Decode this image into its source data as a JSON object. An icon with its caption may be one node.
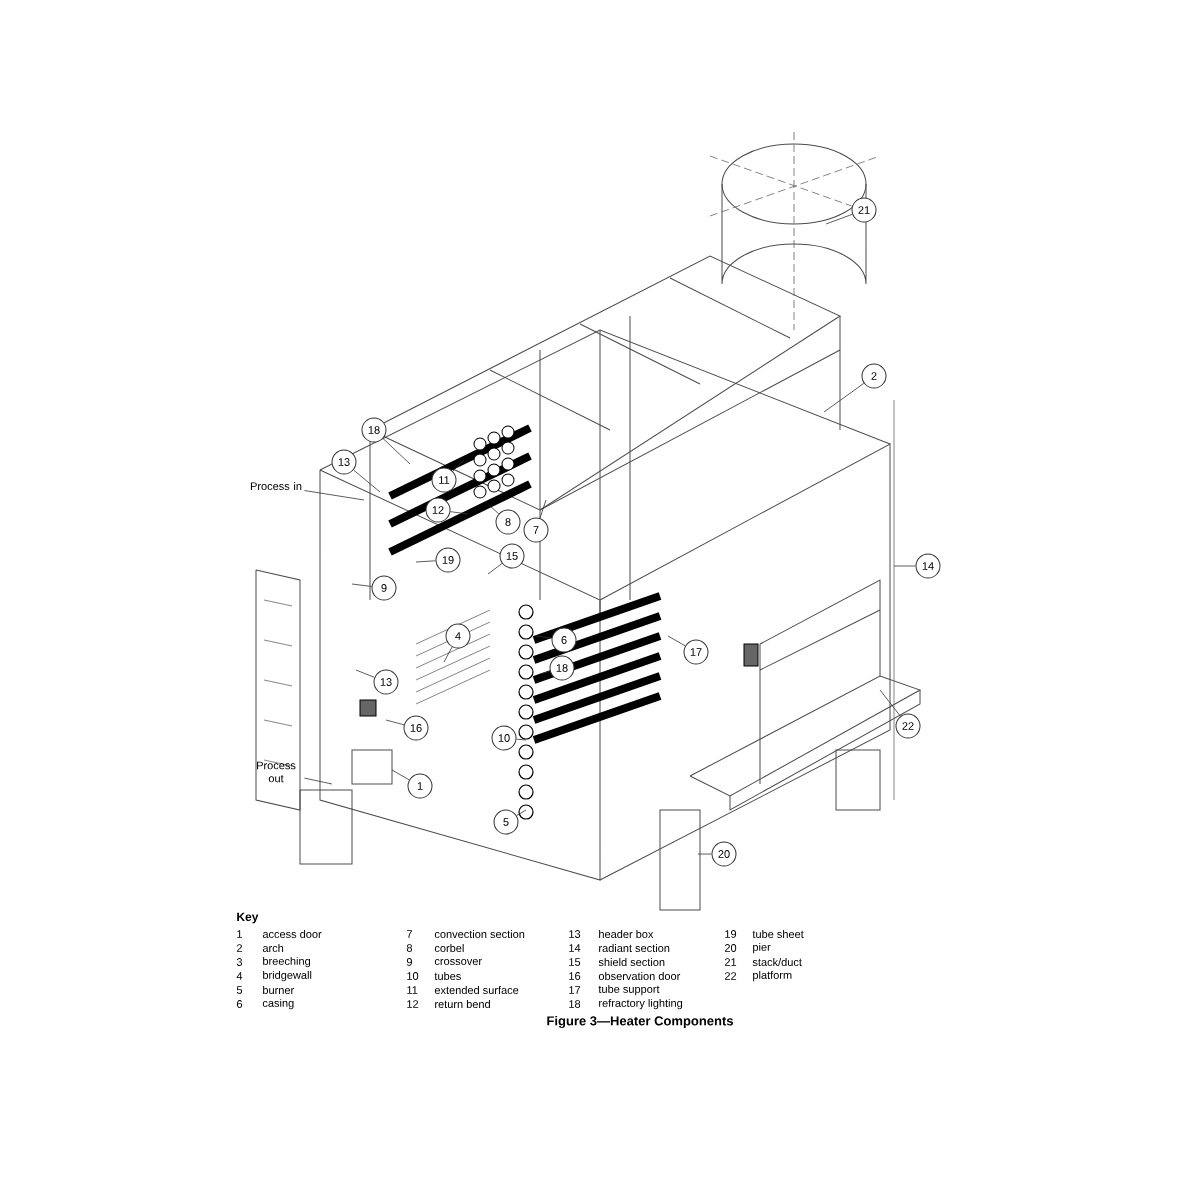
{
  "diagram": {
    "caption": "Figure 3—Heater Components",
    "nodes": [
      {
        "text": [
          "21"
        ]
      },
      {
        "text": [
          "2"
        ]
      },
      {
        "text": [
          "18"
        ]
      },
      {
        "text": [
          "13"
        ]
      },
      {
        "text": [
          "Process in"
        ]
      },
      {
        "text": [
          "11"
        ]
      },
      {
        "text": [
          "12"
        ]
      },
      {
        "text": [
          "8"
        ]
      },
      {
        "text": [
          "7"
        ]
      },
      {
        "text": [
          "19"
        ]
      },
      {
        "text": [
          "15"
        ]
      },
      {
        "text": [
          "14"
        ]
      },
      {
        "text": [
          "9"
        ]
      },
      {
        "text": [
          "4"
        ]
      },
      {
        "text": [
          "6"
        ]
      },
      {
        "text": [
          "17"
        ]
      },
      {
        "text": [
          "18"
        ]
      },
      {
        "text": [
          "13"
        ]
      },
      {
        "text": [
          "22"
        ]
      },
      {
        "text": [
          "16"
        ]
      },
      {
        "text": [
          "10"
        ]
      },
      {
        "text": [
          "Process out"
        ]
      },
      {
        "text": [
          "1"
        ]
      },
      {
        "text": [
          "5"
        ]
      },
      {
        "text": [
          "20"
        ]
      }
    ],
    "edges": [
      {
        "from": 0,
        "to": null,
        "arrow": "none"
      },
      {
        "from": 1,
        "to": null,
        "arrow": "none"
      },
      {
        "from": 2,
        "to": null,
        "arrow": "none"
      },
      {
        "from": 3,
        "to": null,
        "arrow": "none"
      },
      {
        "from": 4,
        "to": null,
        "arrow": "none"
      },
      {
        "from": 5,
        "to": null,
        "arrow": "none"
      },
      {
        "from": 6,
        "to": null,
        "arrow": "none"
      },
      {
        "from": 7,
        "to": null,
        "arrow": "none"
      },
      {
        "from": 8,
        "to": null,
        "arrow": "none"
      },
      {
        "from": 9,
        "to": null,
        "arrow": "none"
      },
      {
        "from": 10,
        "to": null,
        "arrow": "none"
      },
      {
        "from": 11,
        "to": null,
        "arrow": "none"
      },
      {
        "from": 12,
        "to": null,
        "arrow": "none"
      },
      {
        "from": 13,
        "to": null,
        "arrow": "none"
      },
      {
        "from": 14,
        "to": null,
        "arrow": "none"
      },
      {
        "from": 15,
        "to": null,
        "arrow": "none"
      },
      {
        "from": 16,
        "to": null,
        "arrow": "none"
      },
      {
        "from": 17,
        "to": null,
        "arrow": "none"
      },
      {
        "from": 18,
        "to": null,
        "arrow": "none"
      },
      {
        "from": 19,
        "to": null,
        "arrow": "none"
      },
      {
        "from": 20,
        "to": null,
        "arrow": "none"
      },
      {
        "from": 21,
        "to": null,
        "arrow": "none"
      },
      {
        "from": 22,
        "to": null,
        "arrow": "none"
      },
      {
        "from": 23,
        "to": null,
        "arrow": "none"
      },
      {
        "from": 24,
        "to": null,
        "arrow": "none"
      }
    ],
    "labels": [
      "Key",
      "1",
      "access door",
      "2",
      "arch",
      "3",
      "breeching",
      "4",
      "bridgewall",
      "5",
      "burner",
      "6",
      "casing",
      "7",
      "convection section",
      "8",
      "corbel",
      "9",
      "crossover",
      "10",
      "tubes",
      "11",
      "extended surface",
      "12",
      "return bend",
      "13",
      "header box",
      "14",
      "radiant section",
      "15",
      "shield section",
      "16",
      "observation door",
      "17",
      "tube support",
      "18",
      "refractory lighting",
      "19",
      "tube sheet",
      "20",
      "pier",
      "21",
      "stack/duct",
      "22",
      "platform"
    ]
  }
}
